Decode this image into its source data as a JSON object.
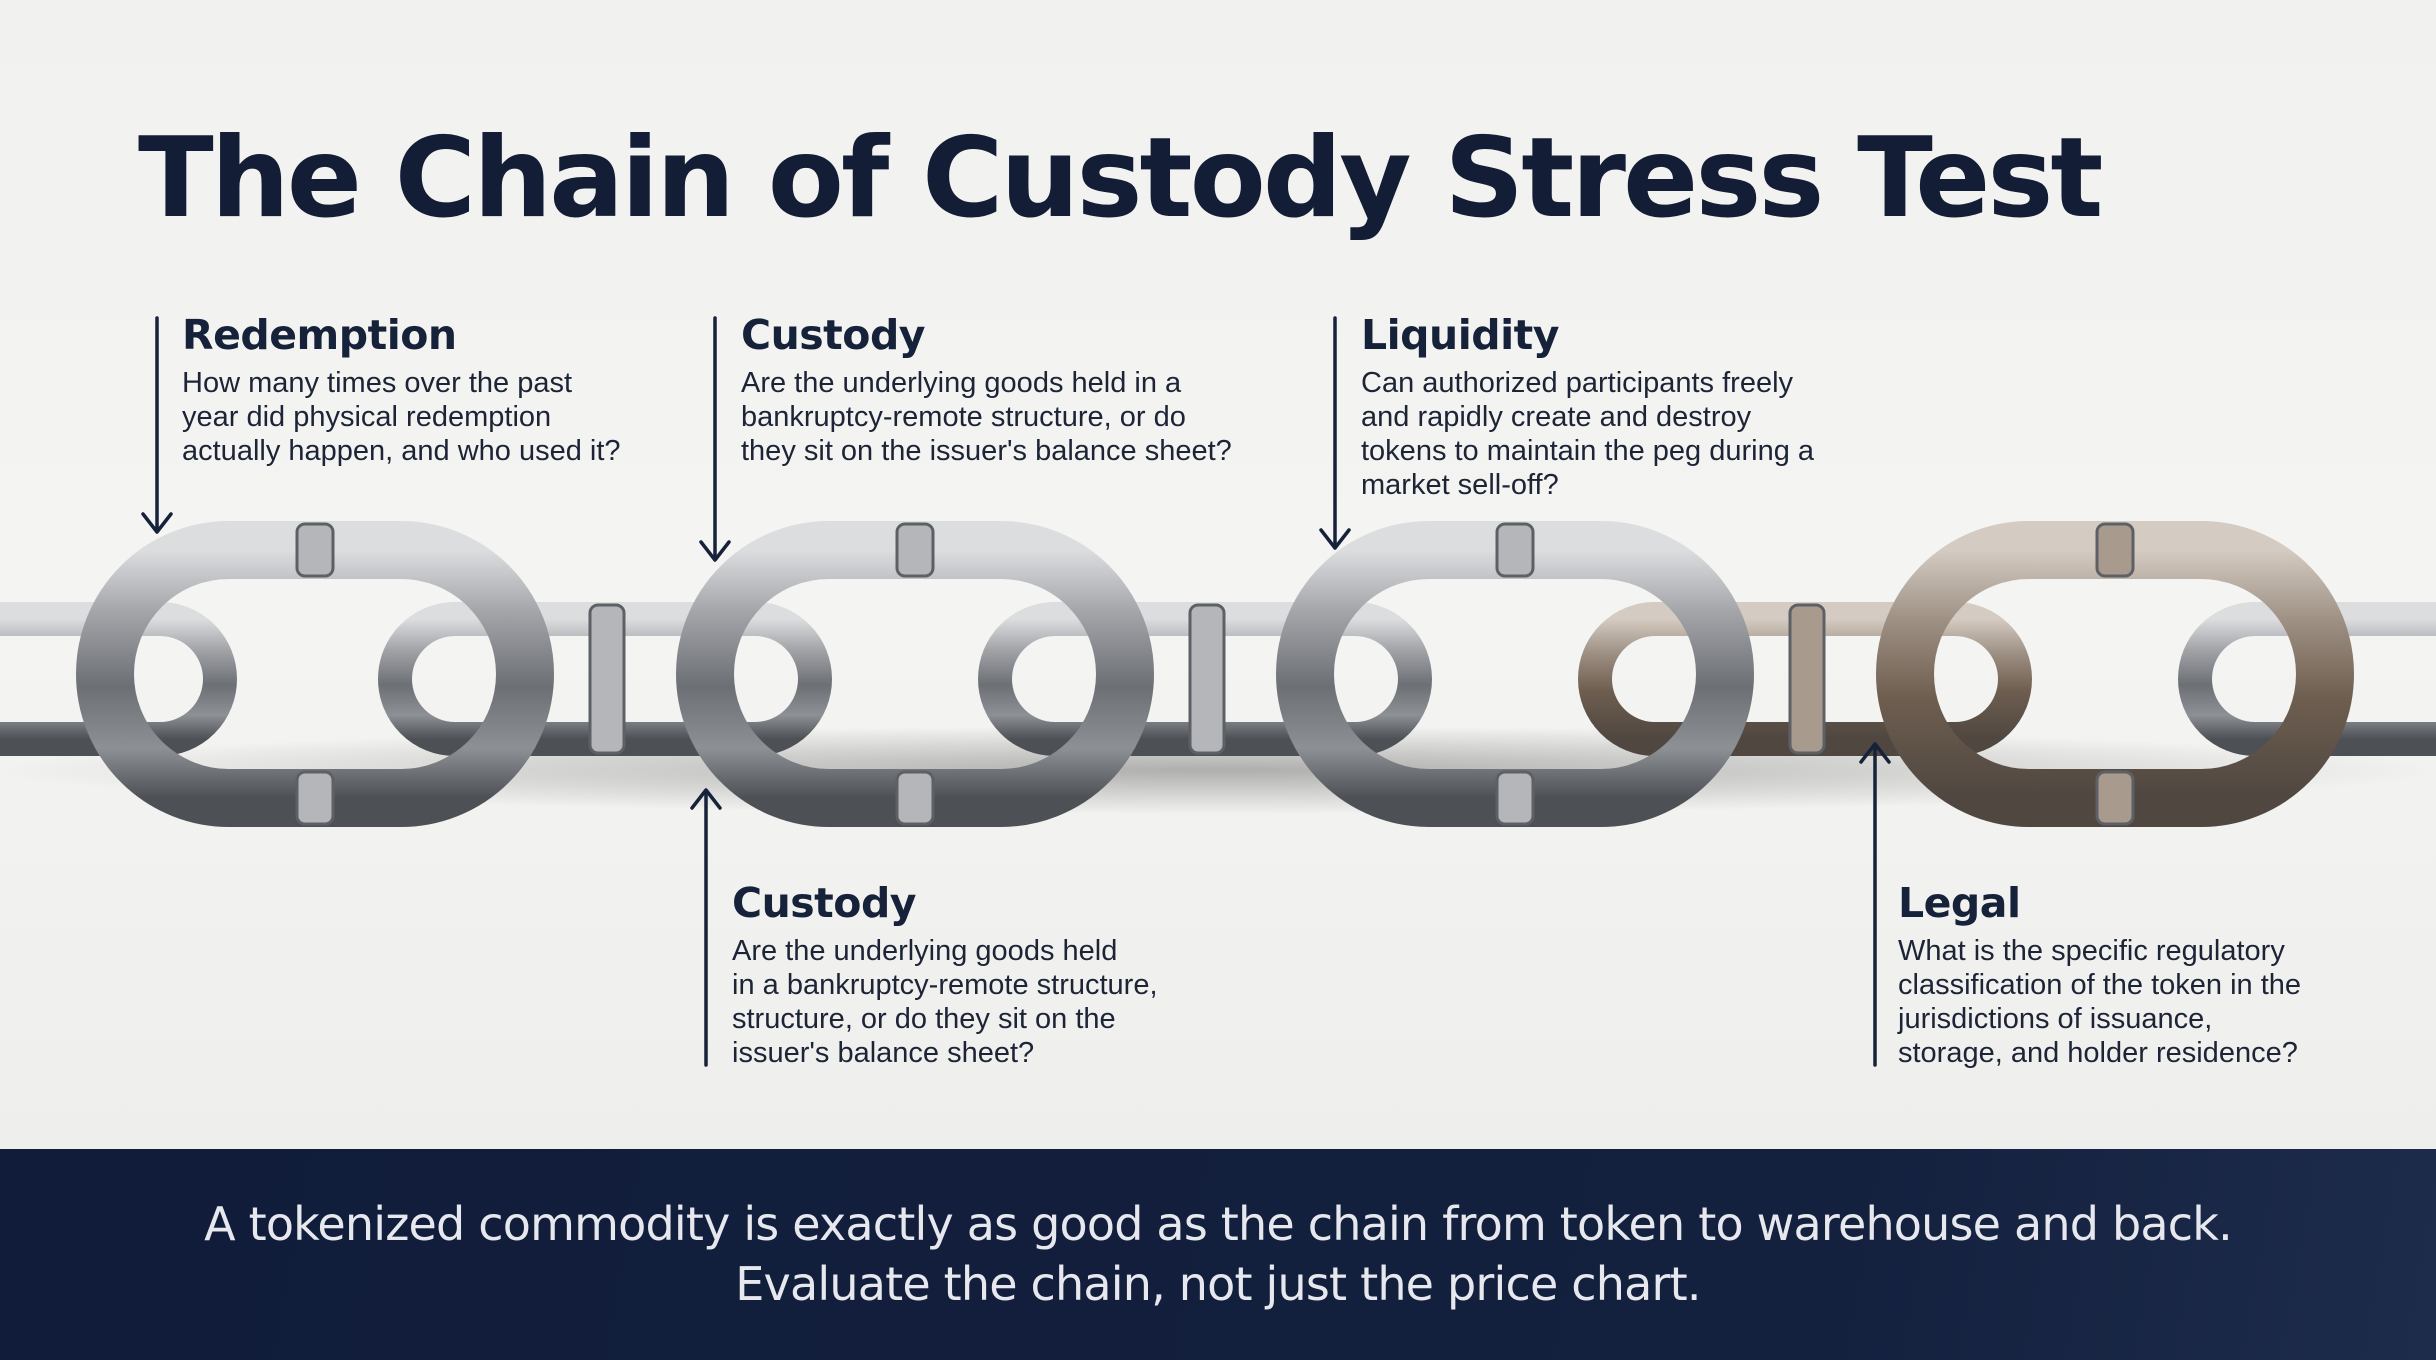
{
  "title": "The Chain of Custody Stress Test",
  "callouts": {
    "redemption": {
      "heading": "Redemption",
      "lines": [
        "How many times over the past",
        "year did physical redemption",
        "actually happen, and who used it?"
      ]
    },
    "custody_top": {
      "heading": "Custody",
      "lines": [
        "Are the underlying goods held in a",
        "bankruptcy-remote structure, or do",
        "they sit on the issuer's balance sheet?"
      ]
    },
    "liquidity": {
      "heading": "Liquidity",
      "lines": [
        "Can authorized participants freely",
        "and rapidly create and destroy",
        "tokens to maintain the peg during a",
        "market sell-off?"
      ]
    },
    "custody_bottom": {
      "heading": "Custody",
      "lines": [
        "Are the underlying goods held",
        "in a bankruptcy-remote structure,",
        "structure, or do they sit on the",
        "issuer's balance sheet?"
      ]
    },
    "legal": {
      "heading": "Legal",
      "lines": [
        "What is the specific regulatory",
        "classification of the token in the",
        "jurisdictions of issuance,",
        "storage, and holder residence?"
      ]
    }
  },
  "footer": {
    "line1": "A tokenized commodity is exactly as good as the chain from token to warehouse and back.",
    "line2": "Evaluate the chain, not just the price chart."
  },
  "colors": {
    "navy": "#13203e",
    "text": "#16213a",
    "steel": "#8c8e92",
    "rust": "#7a5a40"
  }
}
